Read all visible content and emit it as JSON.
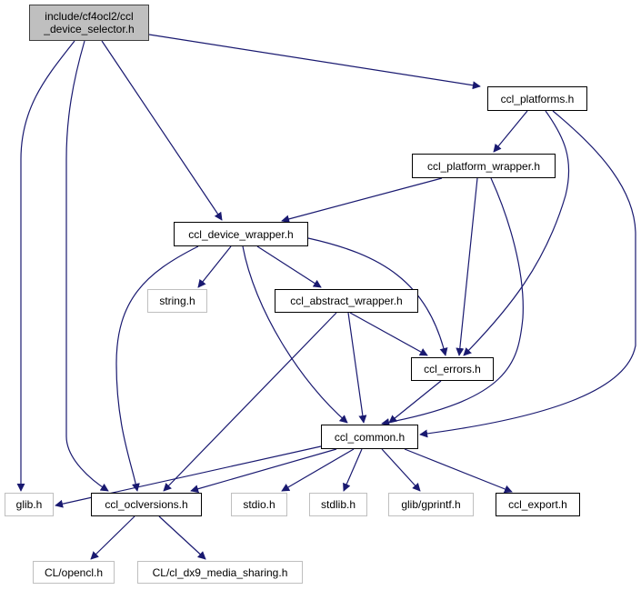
{
  "diagram": {
    "type": "include-dependency-graph",
    "edge_color": "#191970",
    "root_fill": "#bfbfbf",
    "external_border": "#bfbfbf",
    "internal_border": "#000000",
    "nodes": [
      {
        "id": "root",
        "label": "include/cf4ocl2/ccl\n_device_selector.h",
        "kind": "root"
      },
      {
        "id": "platforms",
        "label": "ccl_platforms.h",
        "kind": "internal"
      },
      {
        "id": "platform_wrapper",
        "label": "ccl_platform_wrapper.h",
        "kind": "internal"
      },
      {
        "id": "device_wrapper",
        "label": "ccl_device_wrapper.h",
        "kind": "internal"
      },
      {
        "id": "string",
        "label": "string.h",
        "kind": "external"
      },
      {
        "id": "abstract_wrapper",
        "label": "ccl_abstract_wrapper.h",
        "kind": "internal"
      },
      {
        "id": "errors",
        "label": "ccl_errors.h",
        "kind": "internal"
      },
      {
        "id": "common",
        "label": "ccl_common.h",
        "kind": "internal"
      },
      {
        "id": "glib",
        "label": "glib.h",
        "kind": "external"
      },
      {
        "id": "oclversions",
        "label": "ccl_oclversions.h",
        "kind": "internal"
      },
      {
        "id": "stdio",
        "label": "stdio.h",
        "kind": "external"
      },
      {
        "id": "stdlib",
        "label": "stdlib.h",
        "kind": "external"
      },
      {
        "id": "gprintf",
        "label": "glib/gprintf.h",
        "kind": "external"
      },
      {
        "id": "export",
        "label": "ccl_export.h",
        "kind": "internal"
      },
      {
        "id": "opencl",
        "label": "CL/opencl.h",
        "kind": "external"
      },
      {
        "id": "dx9",
        "label": "CL/cl_dx9_media_sharing.h",
        "kind": "external"
      }
    ],
    "edges": [
      {
        "from": "root",
        "to": "platforms"
      },
      {
        "from": "root",
        "to": "device_wrapper"
      },
      {
        "from": "root",
        "to": "glib"
      },
      {
        "from": "root",
        "to": "oclversions"
      },
      {
        "from": "platforms",
        "to": "platform_wrapper"
      },
      {
        "from": "platforms",
        "to": "errors"
      },
      {
        "from": "platforms",
        "to": "common"
      },
      {
        "from": "platform_wrapper",
        "to": "device_wrapper"
      },
      {
        "from": "platform_wrapper",
        "to": "errors"
      },
      {
        "from": "platform_wrapper",
        "to": "common"
      },
      {
        "from": "device_wrapper",
        "to": "string"
      },
      {
        "from": "device_wrapper",
        "to": "abstract_wrapper"
      },
      {
        "from": "device_wrapper",
        "to": "errors"
      },
      {
        "from": "device_wrapper",
        "to": "common"
      },
      {
        "from": "device_wrapper",
        "to": "oclversions"
      },
      {
        "from": "abstract_wrapper",
        "to": "errors"
      },
      {
        "from": "abstract_wrapper",
        "to": "common"
      },
      {
        "from": "abstract_wrapper",
        "to": "oclversions"
      },
      {
        "from": "errors",
        "to": "common"
      },
      {
        "from": "common",
        "to": "glib"
      },
      {
        "from": "common",
        "to": "oclversions"
      },
      {
        "from": "common",
        "to": "stdio"
      },
      {
        "from": "common",
        "to": "stdlib"
      },
      {
        "from": "common",
        "to": "gprintf"
      },
      {
        "from": "common",
        "to": "export"
      },
      {
        "from": "oclversions",
        "to": "opencl"
      },
      {
        "from": "oclversions",
        "to": "dx9"
      }
    ]
  }
}
